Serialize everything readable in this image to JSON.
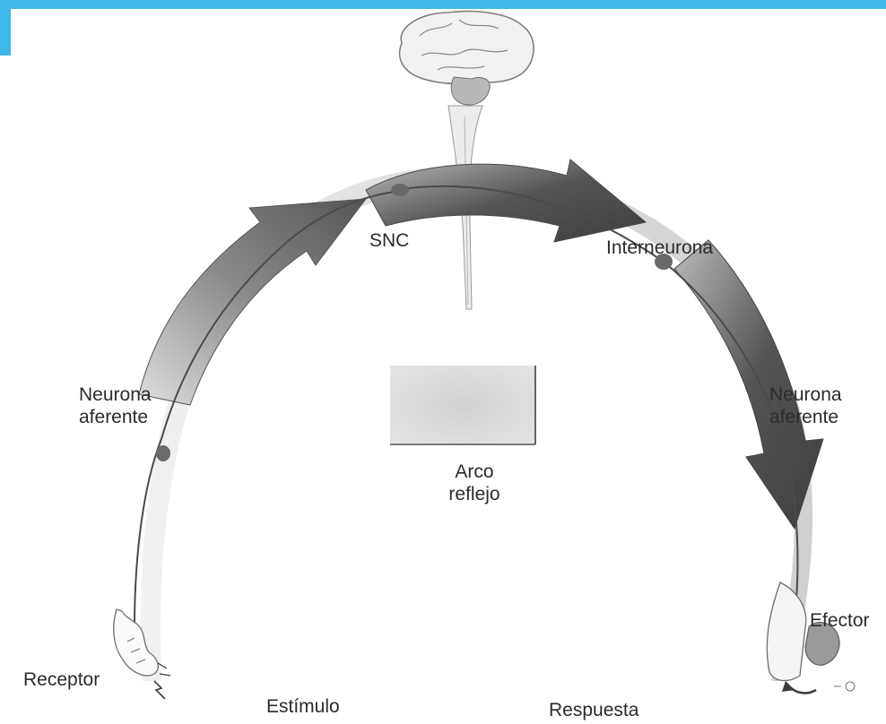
{
  "frame": {
    "accent_color": "#3fb8e8"
  },
  "diagram": {
    "labels": {
      "snc": "SNC",
      "interneurona": "Interneurona",
      "neurona_aferente_left_line1": "Neurona",
      "neurona_aferente_left_line2": "aferente",
      "neurona_aferente_right_line1": "Neurona",
      "neurona_aferente_right_line2": "aferente",
      "arco_line1": "Arco",
      "arco_line2": "reflejo",
      "receptor": "Receptor",
      "efector": "Efector",
      "estimulo": "Estímulo",
      "respuesta": "Respuesta"
    },
    "icons": {
      "brain": "brain-icon",
      "receptor_hand": "hand-icon",
      "effector_muscle": "muscle-icon"
    }
  }
}
